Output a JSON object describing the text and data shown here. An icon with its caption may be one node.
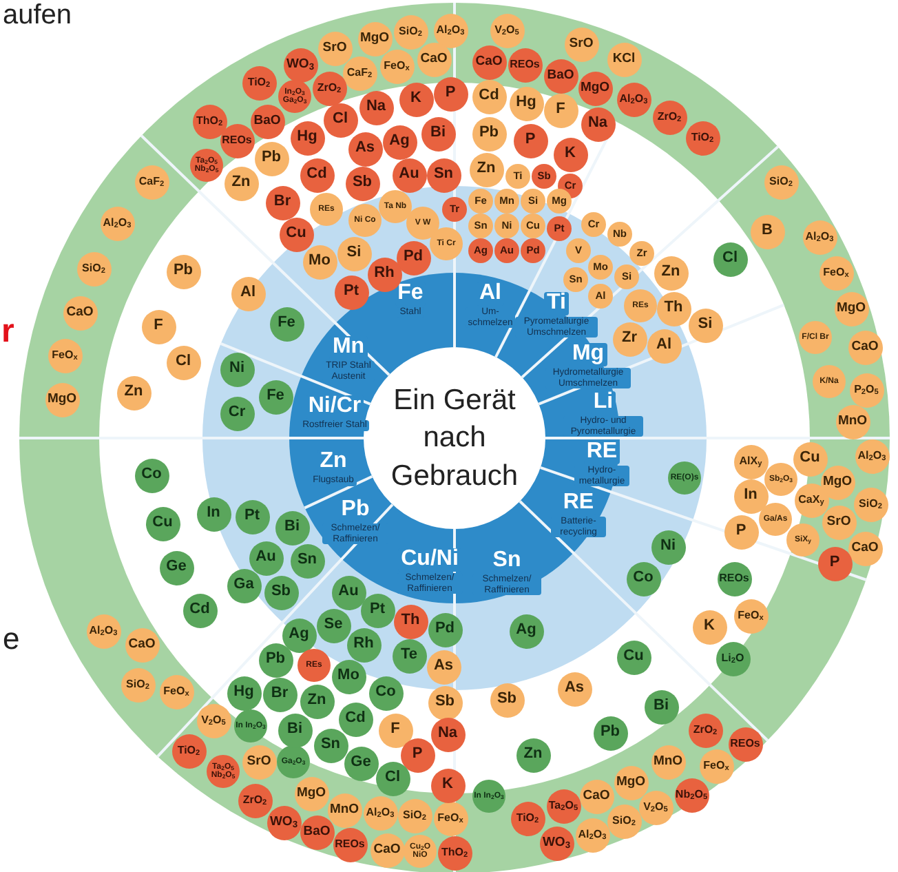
{
  "diagram": {
    "nodes": [
      {
        "text": [
          "Ein Gerät nach Gebrauch"
        ]
      },
      {
        "text": [
          "Fe",
          "Stahl"
        ]
      },
      {
        "text": [
          "Al",
          "Um- schmelzen"
        ]
      },
      {
        "text": [
          "Ti",
          "Pyrometallurgie Umschmelzen"
        ]
      },
      {
        "text": [
          "Mg",
          "Hydrometallurgie Umschmelzen"
        ]
      },
      {
        "text": [
          "Li",
          "Hydro- und Pyrometallurgie"
        ]
      },
      {
        "text": [
          "RE",
          "Hydro- metallurgie"
        ]
      },
      {
        "text": [
          "RE",
          "Batterie- recycling"
        ]
      },
      {
        "text": [
          "Sn",
          "Schmelzen/ Raffinieren"
        ]
      },
      {
        "text": [
          "Cu/Ni",
          "Schmelzen/ Raffinieren"
        ]
      },
      {
        "text": [
          "Pb",
          "Schmelzen/ Raffinieren"
        ]
      },
      {
        "text": [
          "Zn",
          "Flugstaub"
        ]
      },
      {
        "text": [
          "Ni/Cr",
          "Rostfreier Stahl"
        ]
      },
      {
        "text": [
          "Mn",
          "TRIP Stahl Austenit"
        ]
      },
      {
        "text": [
          "SrO"
        ]
      },
      {
        "text": [
          "MgO"
        ]
      },
      {
        "text": [
          "SiO$_{2}$"
        ]
      },
      {
        "text": [
          "Al$_{2}$O$_{3}$"
        ]
      },
      {
        "text": [
          "WO$_{3}$"
        ]
      },
      {
        "text": [
          "CaF$_{2}$"
        ]
      },
      {
        "text": [
          "FeO$_{x}$"
        ]
      },
      {
        "text": [
          "CaO"
        ]
      },
      {
        "text": [
          "TiO$_{2}$"
        ]
      },
      {
        "text": [
          "In$_{2}$O$_{3}$ Ga$_{2}$O$_{3}$"
        ]
      },
      {
        "text": [
          "ZrO$_{2}$"
        ]
      },
      {
        "text": [
          "ThO$_{2}$"
        ]
      },
      {
        "text": [
          "BaO"
        ]
      },
      {
        "text": [
          "REOs"
        ]
      },
      {
        "text": [
          "Ta$_{2}$O$_{5}$ Nb$_{2}$O$_{5}$"
        ]
      },
      {
        "text": [
          "CaF$_{2}$"
        ]
      },
      {
        "text": [
          "Al$_{2}$O$_{3}$"
        ]
      },
      {
        "text": [
          "SiO$_{2}$"
        ]
      },
      {
        "text": [
          "CaO"
        ]
      },
      {
        "text": [
          "FeO$_{x}$"
        ]
      },
      {
        "text": [
          "MgO"
        ]
      },
      {
        "text": [
          "V$_{2}$O$_{5}$"
        ]
      },
      {
        "text": [
          "CaO"
        ]
      },
      {
        "text": [
          "REOs"
        ]
      },
      {
        "text": [
          "SrO"
        ]
      },
      {
        "text": [
          "BaO"
        ]
      },
      {
        "text": [
          "KCl"
        ]
      },
      {
        "text": [
          "MgO"
        ]
      },
      {
        "text": [
          "Al$_{2}$O$_{3}$"
        ]
      },
      {
        "text": [
          "ZrO$_{2}$"
        ]
      },
      {
        "text": [
          "TiO$_{2}$"
        ]
      },
      {
        "text": [
          "SiO$_{2}$"
        ]
      },
      {
        "text": [
          "Al$_{2}$O$_{3}$"
        ]
      },
      {
        "text": [
          "FeO$_{x}$"
        ]
      },
      {
        "text": [
          "MgO"
        ]
      },
      {
        "text": [
          "F/Cl Br"
        ]
      },
      {
        "text": [
          "CaO"
        ]
      },
      {
        "text": [
          "K/Na"
        ]
      },
      {
        "text": [
          "P$_{2}$O$_{5}$"
        ]
      },
      {
        "text": [
          "MnO"
        ]
      },
      {
        "text": [
          "Al$_{2}$O$_{3}$"
        ]
      },
      {
        "text": [
          "MgO"
        ]
      },
      {
        "text": [
          "SiO$_{2}$"
        ]
      },
      {
        "text": [
          "SrO"
        ]
      },
      {
        "text": [
          "CaO"
        ]
      },
      {
        "text": [
          "P"
        ]
      },
      {
        "text": [
          "ZrO$_{2}$"
        ]
      },
      {
        "text": [
          "REOs"
        ]
      },
      {
        "text": [
          "MnO"
        ]
      },
      {
        "text": [
          "FeO$_{x}$"
        ]
      },
      {
        "text": [
          "MgO"
        ]
      },
      {
        "text": [
          "Nb$_{2}$O$_{5}$"
        ]
      },
      {
        "text": [
          "CaO"
        ]
      },
      {
        "text": [
          "V$_{2}$O$_{5}$"
        ]
      },
      {
        "text": [
          "TiO$_{2}$"
        ]
      },
      {
        "text": [
          "Ta$_{2}$O$_{5}$"
        ]
      },
      {
        "text": [
          "SiO$_{2}$"
        ]
      },
      {
        "text": [
          "Al$_{2}$O$_{3}$"
        ]
      },
      {
        "text": [
          "WO$_{3}$"
        ]
      },
      {
        "text": [
          "Al$_{2}$O$_{3}$"
        ]
      },
      {
        "text": [
          "CaO"
        ]
      },
      {
        "text": [
          "SiO$_{2}$"
        ]
      },
      {
        "text": [
          "FeO$_{x}$"
        ]
      },
      {
        "text": [
          "V$_{2}$O$_{5}$"
        ]
      },
      {
        "text": [
          "In In$_{2}$O$_{3}$"
        ]
      },
      {
        "text": [
          "TiO$_{2}$"
        ]
      },
      {
        "text": [
          "Ta$_{2}$O$_{5}$ Nb$_{2}$O$_{5}$"
        ]
      },
      {
        "text": [
          "SrO"
        ]
      },
      {
        "text": [
          "Ga$_{2}$O$_{3}$"
        ]
      },
      {
        "text": [
          "ZrO$_{2}$"
        ]
      },
      {
        "text": [
          "MgO"
        ]
      },
      {
        "text": [
          "MnO"
        ]
      },
      {
        "text": [
          "WO$_{3}$"
        ]
      },
      {
        "text": [
          "BaO"
        ]
      },
      {
        "text": [
          "REOs"
        ]
      },
      {
        "text": [
          "Al$_{2}$O$_{3}$"
        ]
      },
      {
        "text": [
          "SiO$_{2}$"
        ]
      },
      {
        "text": [
          "FeO$_{x}$"
        ]
      },
      {
        "text": [
          "CaO"
        ]
      },
      {
        "text": [
          "Cu$_{2}$O NiO"
        ]
      },
      {
        "text": [
          "ThO$_{2}$"
        ]
      },
      {
        "text": [
          "Pb"
        ]
      },
      {
        "text": [
          "Zn"
        ]
      },
      {
        "text": [
          "Hg"
        ]
      },
      {
        "text": [
          "Cl"
        ]
      },
      {
        "text": [
          "Na"
        ]
      },
      {
        "text": [
          "K"
        ]
      },
      {
        "text": [
          "P"
        ]
      },
      {
        "text": [
          "As"
        ]
      },
      {
        "text": [
          "Ag"
        ]
      },
      {
        "text": [
          "Bi"
        ]
      },
      {
        "text": [
          "Cd"
        ]
      },
      {
        "text": [
          "Sb"
        ]
      },
      {
        "text": [
          "Au"
        ]
      },
      {
        "text": [
          "Sn"
        ]
      },
      {
        "text": [
          "Br"
        ]
      },
      {
        "text": [
          "Cu"
        ]
      },
      {
        "text": [
          "REs"
        ]
      },
      {
        "text": [
          "Ni Co"
        ]
      },
      {
        "text": [
          "Ta Nb"
        ]
      },
      {
        "text": [
          "V W"
        ]
      },
      {
        "text": [
          "Tr"
        ]
      },
      {
        "text": [
          "Ti Cr"
        ]
      },
      {
        "text": [
          "Mo"
        ]
      },
      {
        "text": [
          "Si"
        ]
      },
      {
        "text": [
          "Pd"
        ]
      },
      {
        "text": [
          "Rh"
        ]
      },
      {
        "text": [
          "Pt"
        ]
      },
      {
        "text": [
          "Pb"
        ]
      },
      {
        "text": [
          "Al"
        ]
      },
      {
        "text": [
          "F"
        ]
      },
      {
        "text": [
          "Cl"
        ]
      },
      {
        "text": [
          "Zn"
        ]
      },
      {
        "text": [
          "Fe"
        ]
      },
      {
        "text": [
          "Ni"
        ]
      },
      {
        "text": [
          "Fe"
        ]
      },
      {
        "text": [
          "Cr"
        ]
      },
      {
        "text": [
          "Cd"
        ]
      },
      {
        "text": [
          "Hg"
        ]
      },
      {
        "text": [
          "F"
        ]
      },
      {
        "text": [
          "Na"
        ]
      },
      {
        "text": [
          "Pb"
        ]
      },
      {
        "text": [
          "P"
        ]
      },
      {
        "text": [
          "K"
        ]
      },
      {
        "text": [
          "Zn"
        ]
      },
      {
        "text": [
          "Ti"
        ]
      },
      {
        "text": [
          "Sb"
        ]
      },
      {
        "text": [
          "Cr"
        ]
      },
      {
        "text": [
          "Fe"
        ]
      },
      {
        "text": [
          "Mn"
        ]
      },
      {
        "text": [
          "Si"
        ]
      },
      {
        "text": [
          "Mg"
        ]
      },
      {
        "text": [
          "Sn"
        ]
      },
      {
        "text": [
          "Ni"
        ]
      },
      {
        "text": [
          "Cu"
        ]
      },
      {
        "text": [
          "Ag"
        ]
      },
      {
        "text": [
          "Au"
        ]
      },
      {
        "text": [
          "Pd"
        ]
      },
      {
        "text": [
          "Pt"
        ]
      },
      {
        "text": [
          "Cr"
        ]
      },
      {
        "text": [
          "V"
        ]
      },
      {
        "text": [
          "Nb"
        ]
      },
      {
        "text": [
          "Zr"
        ]
      },
      {
        "text": [
          "Mo"
        ]
      },
      {
        "text": [
          "Si"
        ]
      },
      {
        "text": [
          "Sn"
        ]
      },
      {
        "text": [
          "Al"
        ]
      },
      {
        "text": [
          "Zn"
        ]
      },
      {
        "text": [
          "REs"
        ]
      },
      {
        "text": [
          "Th"
        ]
      },
      {
        "text": [
          "Si"
        ]
      },
      {
        "text": [
          "Zr"
        ]
      },
      {
        "text": [
          "Al"
        ]
      },
      {
        "text": [
          "B"
        ]
      },
      {
        "text": [
          "Cl"
        ]
      },
      {
        "text": [
          "RE(O)s"
        ]
      },
      {
        "text": [
          "AlX$_{y}$"
        ]
      },
      {
        "text": [
          "Cu"
        ]
      },
      {
        "text": [
          "Sb$_{2}$O$_{3}$"
        ]
      },
      {
        "text": [
          "In"
        ]
      },
      {
        "text": [
          "CaX$_{y}$"
        ]
      },
      {
        "text": [
          "Ga/As"
        ]
      },
      {
        "text": [
          "P"
        ]
      },
      {
        "text": [
          "SiX$_{y}$"
        ]
      },
      {
        "text": [
          "Ni"
        ]
      },
      {
        "text": [
          "Co"
        ]
      },
      {
        "text": [
          "REOs"
        ]
      },
      {
        "text": [
          "K"
        ]
      },
      {
        "text": [
          "FeO$_{x}$"
        ]
      },
      {
        "text": [
          "Li$_{2}$O"
        ]
      },
      {
        "text": [
          "Cu"
        ]
      },
      {
        "text": [
          "Ag"
        ]
      },
      {
        "text": [
          "Sb"
        ]
      },
      {
        "text": [
          "As"
        ]
      },
      {
        "text": [
          "Bi"
        ]
      },
      {
        "text": [
          "Pb"
        ]
      },
      {
        "text": [
          "Zn"
        ]
      },
      {
        "text": [
          "In In$_{2}$O$_{3}$"
        ]
      },
      {
        "text": [
          "Co"
        ]
      },
      {
        "text": [
          "Cu"
        ]
      },
      {
        "text": [
          "Ge"
        ]
      },
      {
        "text": [
          "In"
        ]
      },
      {
        "text": [
          "Pt"
        ]
      },
      {
        "text": [
          "Bi"
        ]
      },
      {
        "text": [
          "Au"
        ]
      },
      {
        "text": [
          "Sn"
        ]
      },
      {
        "text": [
          "Ga"
        ]
      },
      {
        "text": [
          "Sb"
        ]
      },
      {
        "text": [
          "Cd"
        ]
      },
      {
        "text": [
          "Au"
        ]
      },
      {
        "text": [
          "Pt"
        ]
      },
      {
        "text": [
          "Th"
        ]
      },
      {
        "text": [
          "Pd"
        ]
      },
      {
        "text": [
          "Se"
        ]
      },
      {
        "text": [
          "Ag"
        ]
      },
      {
        "text": [
          "Rh"
        ]
      },
      {
        "text": [
          "Te"
        ]
      },
      {
        "text": [
          "As"
        ]
      },
      {
        "text": [
          "Pb"
        ]
      },
      {
        "text": [
          "REs"
        ]
      },
      {
        "text": [
          "Mo"
        ]
      },
      {
        "text": [
          "Co"
        ]
      },
      {
        "text": [
          "Sb"
        ]
      },
      {
        "text": [
          "Hg"
        ]
      },
      {
        "text": [
          "Br"
        ]
      },
      {
        "text": [
          "Zn"
        ]
      },
      {
        "text": [
          "Bi"
        ]
      },
      {
        "text": [
          "Cd"
        ]
      },
      {
        "text": [
          "F"
        ]
      },
      {
        "text": [
          "Na"
        ]
      },
      {
        "text": [
          "Sn"
        ]
      },
      {
        "text": [
          "Ge"
        ]
      },
      {
        "text": [
          "P"
        ]
      },
      {
        "text": [
          "Cl"
        ]
      },
      {
        "text": [
          "K"
        ]
      }
    ],
    "labels": [
      "aufen",
      "r",
      "e"
    ]
  }
}
